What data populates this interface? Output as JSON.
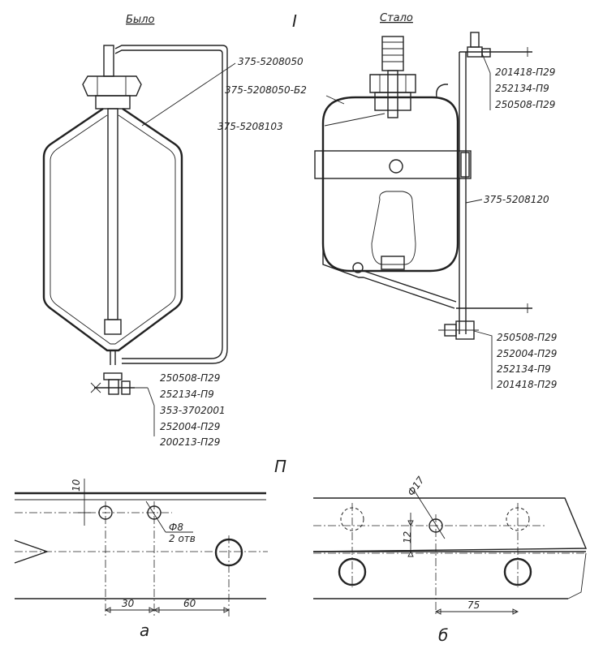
{
  "view_labels": {
    "top": "I",
    "bottom": "П"
  },
  "headers": {
    "before": "Было",
    "after": "Стало"
  },
  "top_left": {
    "part_label_1": "375-5208050",
    "part_label_2": "375-5208103",
    "fasteners": [
      "250508-П29",
      "252134-П9",
      "353-3702001",
      "252004-П29",
      "200213-П29"
    ]
  },
  "top_right": {
    "part_label_1": "375-5208050-Б2",
    "part_label_2": "375-5208120",
    "fasteners_top": [
      "201418-П29",
      "252134-П9",
      "250508-П29"
    ],
    "fasteners_bottom": [
      "250508-П29",
      "252004-П29",
      "252134-П9",
      "201418-П29"
    ]
  },
  "detail_a": {
    "label": "а",
    "dim_top": "10",
    "hole_callout": "Ф8",
    "hole_count": "2 отв",
    "dim_1": "30",
    "dim_2": "60"
  },
  "detail_b": {
    "label": "б",
    "hole_callout": "Ф17",
    "dim_vertical": "12",
    "dim_1": "75"
  }
}
